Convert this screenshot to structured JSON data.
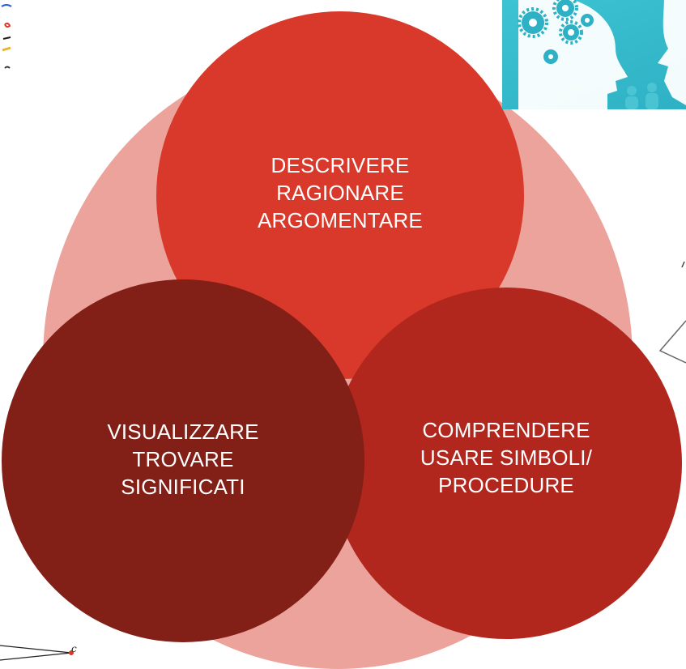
{
  "diagram": {
    "circles": {
      "top": {
        "lines": [
          "DESCRIVERE",
          "RAGIONARE",
          "ARGOMENTARE"
        ],
        "color": "#d9392b"
      },
      "left": {
        "lines": [
          "VISUALIZZARE",
          "TROVARE",
          "SIGNIFICATI"
        ],
        "color": "#821f17"
      },
      "right": {
        "lines": [
          "COMPRENDERE",
          "USARE SIMBOLI/",
          "PROCEDURE"
        ],
        "color": "#b1271e"
      }
    },
    "background_circle_color": "#eba39c"
  },
  "decorations": {
    "brain_image": {
      "icon": "brain-gears-icon",
      "background": "#34b9cb"
    },
    "bubble": {
      "icon": "speech-bubble-icon"
    },
    "geometry": {
      "icon": "geometry-figure-icon",
      "point_label": "c"
    },
    "scribbles": {
      "icon": "colored-scribbles-icon"
    }
  }
}
